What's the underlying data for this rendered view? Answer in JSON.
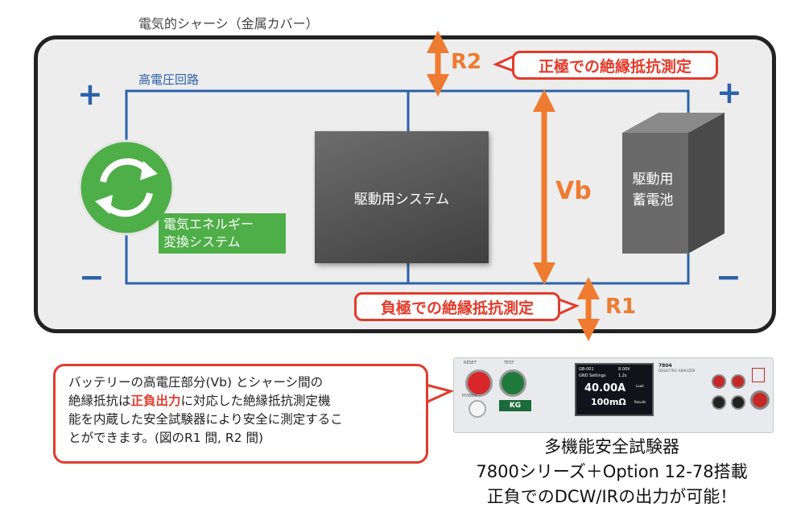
{
  "diagram": {
    "chassis_title": "電気的シャーシ（金属カバー）",
    "hv_circuit_label": "高電圧回路",
    "plus_symbol": "+",
    "minus_symbol": "−",
    "converter_label_line1": "電気エネルギー",
    "converter_label_line2": "変換システム",
    "drive_system_label": "駆動用システム",
    "battery_label_line1": "駆動用",
    "battery_label_line2": "蓄電池",
    "vb_label": "Vb",
    "r1_label": "R1",
    "r2_label": "R2",
    "callout_positive": "正極での絶縁抵抗測定",
    "callout_negative": "負極での絶縁抵抗測定",
    "colors": {
      "circuit_blue": "#2b62aa",
      "arrow_orange": "#ef7b30",
      "callout_red": "#e23b2b",
      "converter_green": "#4eae47"
    }
  },
  "info": {
    "line1": "バッテリーの高電圧部分(Vb) とシャーシ間の",
    "line2_pre": "絶縁抵抗は",
    "line2_emph": "正負出力",
    "line2_post": "に対応した絶縁抵抗測定機",
    "line3": "能を内蔵した安全試験器により安全に測定するこ",
    "line4": "とができます。(図のR1 間, R2 間)"
  },
  "device": {
    "model": "7804",
    "subtitle": "DIELECTRIC ANALYZER",
    "brand_badge": "KG",
    "screen_row1_left": "GB-001",
    "screen_row1_right": "8.00V",
    "screen_row2_left": "GND Settings",
    "screen_row2_right": "1.2s",
    "reading_current": "40.00A",
    "reading_resistance": "100mΩ",
    "btn_reset": "RESET",
    "btn_test": "TEST",
    "btn_power": "POWER",
    "softkey_load": "Load",
    "softkey_results": "Results"
  },
  "product": {
    "line1": "多機能安全試験器",
    "line2": "7800シリーズ＋Option 12-78搭載",
    "line3": "正負でのDCW/IRの出力が可能！"
  }
}
